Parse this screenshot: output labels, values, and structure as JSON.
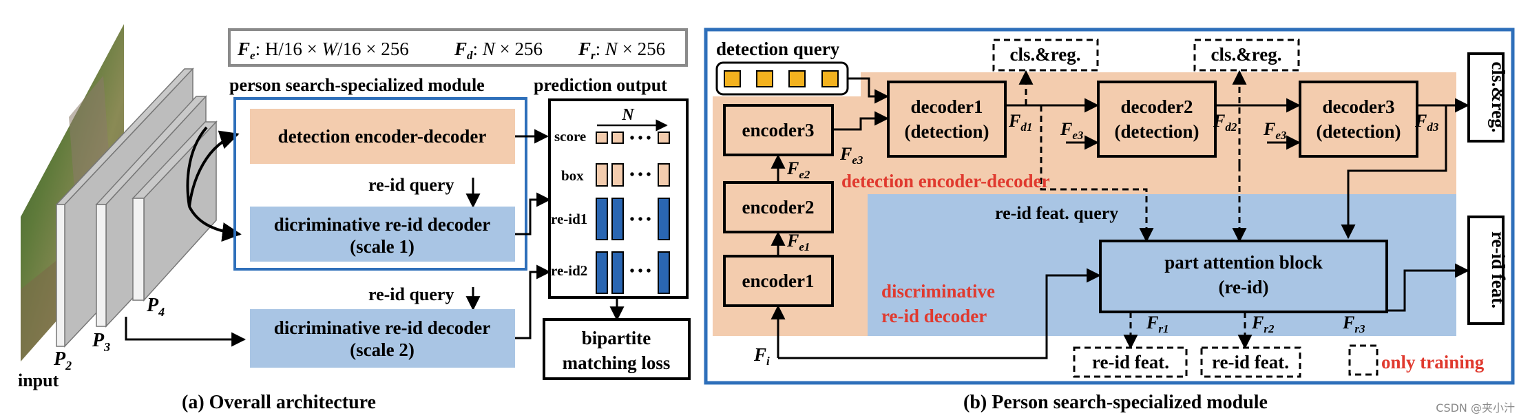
{
  "colors": {
    "accent_blue_border": "#2e6fba",
    "encoder_decoder_fill": "#f3ccae",
    "reid_decoder_fill": "#a9c5e4",
    "query_token_fill": "#f3b21f",
    "reid_bar_fill": "#2a66b2",
    "label_red": "#e03a2f",
    "legend_gray_border": "#8a8a8a"
  },
  "left": {
    "legend_text": "F_e: H/16 × W/16 × 256    F_d: N × 256    F_r: N × 256",
    "module_title": "person search-specialized module",
    "prediction_title": "prediction output",
    "detection_box": "detection encoder-decoder",
    "reid_query_1": "re-id query",
    "reid_query_2": "re-id query",
    "reid_dec1_line1": "dicriminative re-id decoder",
    "reid_dec1_line2": "(scale 1)",
    "reid_dec2_line1": "dicriminative re-id decoder",
    "reid_dec2_line2": "(scale 2)",
    "n_label": "N",
    "row_labels": [
      "score",
      "box",
      "re-id1",
      "re-id2"
    ],
    "ellipsis": "• • •",
    "loss_line1": "bipartite",
    "loss_line2": "matching loss",
    "input_label": "input",
    "pyramid_labels": [
      "P2",
      "P3",
      "P4"
    ],
    "caption": "(a) Overall architecture"
  },
  "right": {
    "detection_query": "detection query",
    "cls_reg_1": "cls.&reg.",
    "cls_reg_2": "cls.&reg.",
    "cls_reg_out": "cls.&reg.",
    "reid_feat_out": "re-id feat.",
    "encoder1": "encoder1",
    "encoder2": "encoder2",
    "encoder3": "encoder3",
    "decoder1_l1": "decoder1",
    "decoder1_l2": "(detection)",
    "decoder2_l1": "decoder2",
    "decoder2_l2": "(detection)",
    "decoder3_l1": "decoder3",
    "decoder3_l2": "(detection)",
    "det_enc_dec_label": "detection encoder-decoder",
    "reid_feat_query": "re-id feat. query",
    "disc_l1": "discriminative",
    "disc_l2": "re-id decoder",
    "pab_l1": "part attention block",
    "pab_l2": "(re-id)",
    "reid_feat_1": "re-id feat.",
    "reid_feat_2": "re-id feat.",
    "only_training": "only training",
    "caption": "(b) Person search-specialized module",
    "symbols": {
      "Fe1": "F_e1",
      "Fe2": "F_e2",
      "Fe3_a": "F_e3",
      "Fe3_b": "F_e3",
      "Fe3_c": "F_e3",
      "Fd1": "F_d1",
      "Fd2": "F_d2",
      "Fd3": "F_d3",
      "Fr1": "F_r1",
      "Fr2": "F_r2",
      "Fr3": "F_r3",
      "Fi": "F_i"
    }
  },
  "watermark": "CSDN @夹小汁"
}
